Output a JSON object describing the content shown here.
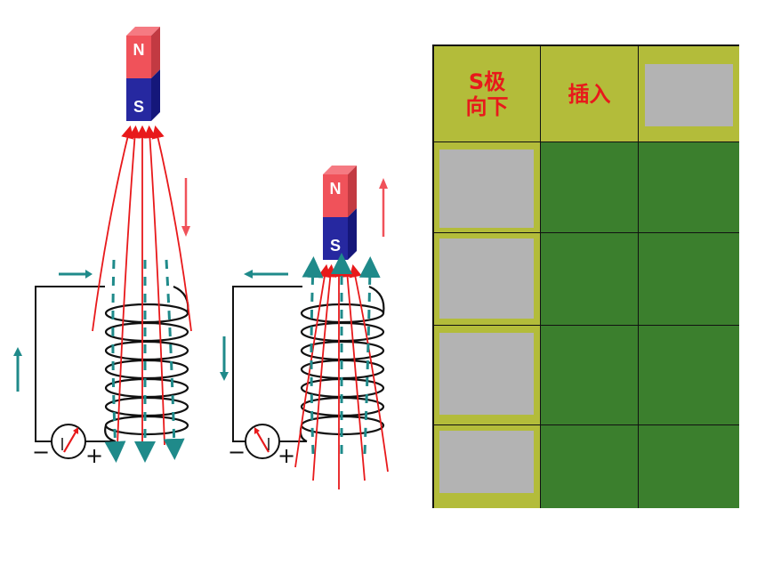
{
  "magnet_left": {
    "north_label": "N",
    "south_label": "S",
    "motion": "down"
  },
  "magnet_right": {
    "north_label": "N",
    "south_label": "S",
    "motion": "up"
  },
  "galvanometer_left": {
    "minus": "−",
    "plus": "+"
  },
  "galvanometer_right": {
    "minus": "−",
    "plus": "+"
  },
  "table": {
    "headers": [
      "S极\n向下",
      "插入",
      ""
    ],
    "row_count": 4
  },
  "colors": {
    "north": "#f0525a",
    "south": "#2628a0",
    "field_line": "#e8191b",
    "induced_field": "#1f8a8a",
    "header_bg": "#b3bc3a",
    "cell_bg": "#3b7f2d",
    "placeholder": "#b3b3b3",
    "header_text": "#e8191b"
  }
}
